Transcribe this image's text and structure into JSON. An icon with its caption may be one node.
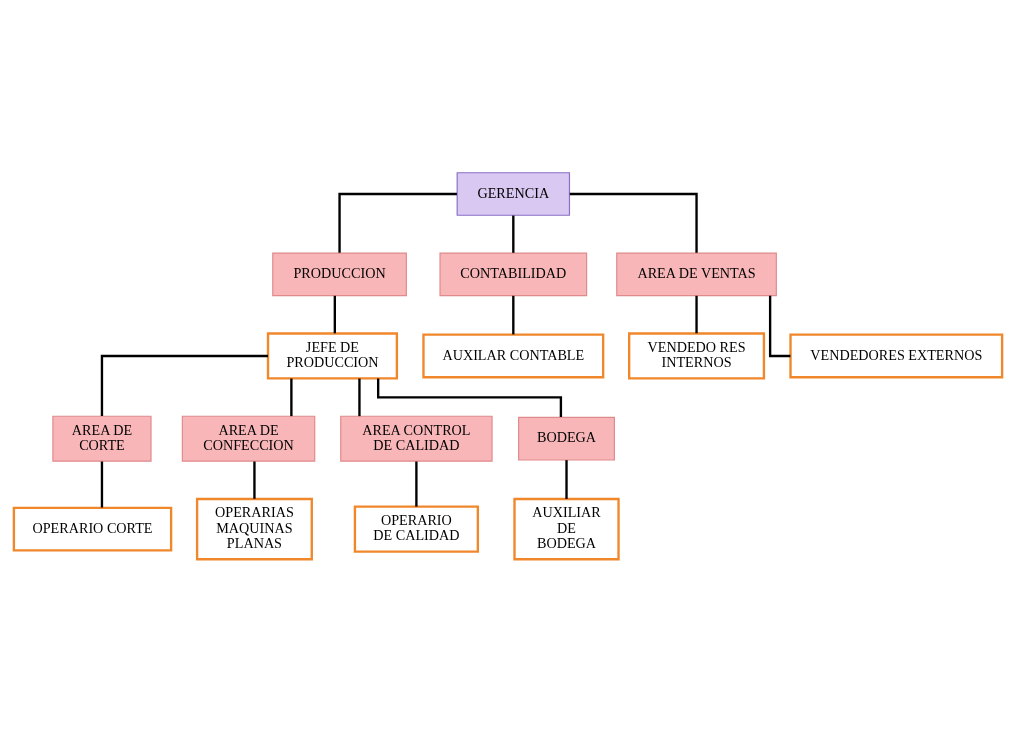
{
  "diagram": {
    "nodes": [
      {
        "text": [
          "GERENCIA"
        ]
      },
      {
        "text": [
          "PRODUCCION"
        ]
      },
      {
        "text": [
          "CONTABILIDAD"
        ]
      },
      {
        "text": [
          "AREA DE VENTAS"
        ]
      },
      {
        "text": [
          "JEFE DE PRODUCCION"
        ]
      },
      {
        "text": [
          "AUXILAR CONTABLE"
        ]
      },
      {
        "text": [
          "VENDEDO RES INTERNOS"
        ]
      },
      {
        "text": [
          "VENDEDORES EXTERNOS"
        ]
      },
      {
        "text": [
          "AREA DE CORTE"
        ]
      },
      {
        "text": [
          "AREA DE CONFECCION"
        ]
      },
      {
        "text": [
          "AREA CONTROL DE CALIDAD"
        ]
      },
      {
        "text": [
          "BODEGA"
        ]
      },
      {
        "text": [
          "OPERARIO CORTE"
        ]
      },
      {
        "text": [
          "OPERARIAS MAQUINAS PLANAS"
        ]
      },
      {
        "text": [
          "OPERARIO DE CALIDAD"
        ]
      },
      {
        "text": [
          "AUXILIAR DE BODEGA"
        ]
      }
    ],
    "edges": [
      {
        "from": 0,
        "to": 1,
        "arrow": "none"
      },
      {
        "from": 0,
        "to": 2,
        "arrow": "none"
      },
      {
        "from": 0,
        "to": 3,
        "arrow": "none"
      },
      {
        "from": 1,
        "to": 4,
        "arrow": "none"
      },
      {
        "from": 2,
        "to": 5,
        "arrow": "none"
      },
      {
        "from": 3,
        "to": 6,
        "arrow": "none"
      },
      {
        "from": 3,
        "to": 7,
        "arrow": "none"
      },
      {
        "from": 4,
        "to": 8,
        "arrow": "none"
      },
      {
        "from": 4,
        "to": 9,
        "arrow": "none"
      },
      {
        "from": 4,
        "to": 10,
        "arrow": "none"
      },
      {
        "from": 4,
        "to": 11,
        "arrow": "none"
      },
      {
        "from": 8,
        "to": 12,
        "arrow": "none"
      },
      {
        "from": 9,
        "to": 13,
        "arrow": "none"
      },
      {
        "from": 10,
        "to": 14,
        "arrow": "none"
      },
      {
        "from": 11,
        "to": 15,
        "arrow": "none"
      }
    ]
  }
}
